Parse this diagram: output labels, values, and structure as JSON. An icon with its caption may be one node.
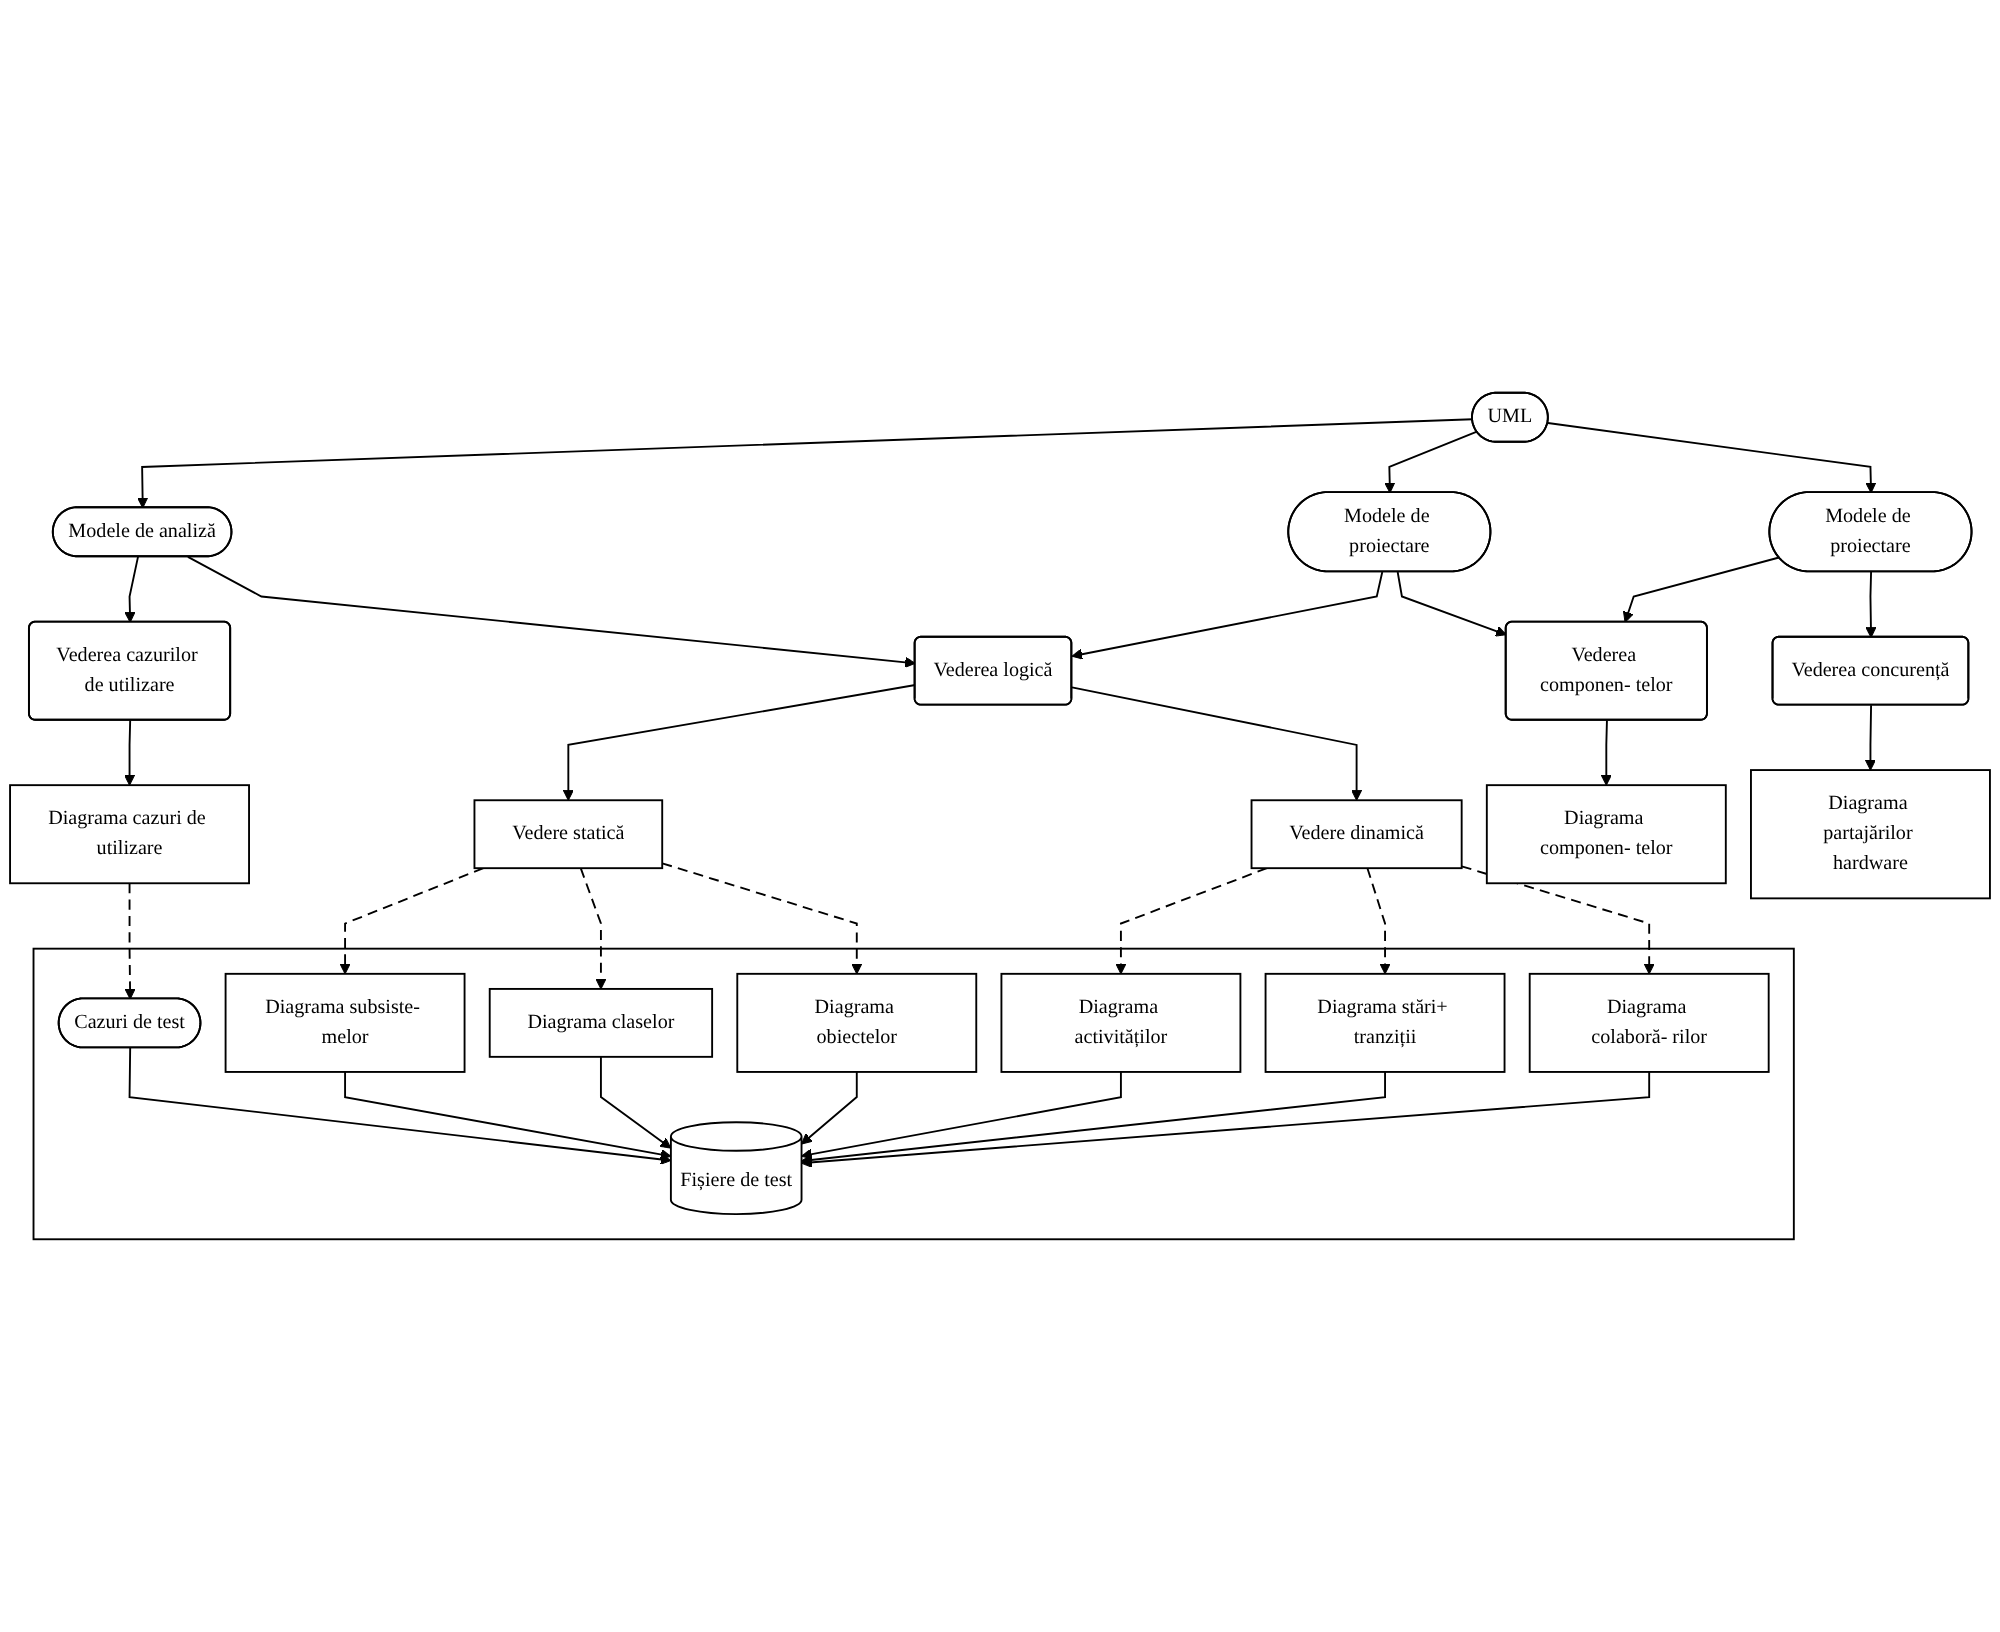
{
  "diagram": {
    "nodes": [
      {
        "text": [
          "UML"
        ]
      },
      {
        "text": [
          "Modele de analiză"
        ]
      },
      {
        "text": [
          "Modele de proiectare"
        ]
      },
      {
        "text": [
          "Modele de proiectare"
        ]
      },
      {
        "text": [
          "Vederea cazurilor de utilizare"
        ]
      },
      {
        "text": [
          "Vederea logică"
        ]
      },
      {
        "text": [
          "Vederea componen- telor"
        ]
      },
      {
        "text": [
          "Vederea concurență"
        ]
      },
      {
        "text": [
          "Diagrama cazuri de utilizare"
        ]
      },
      {
        "text": [
          "Vedere statică"
        ]
      },
      {
        "text": [
          "Vedere dinamică"
        ]
      },
      {
        "text": [
          "Diagrama componen- telor"
        ]
      },
      {
        "text": [
          "Diagrama partajărilor hardware"
        ]
      },
      {
        "text": [],
        "shape": "box"
      },
      {
        "text": [
          "Cazuri de test"
        ],
        "in": 13
      },
      {
        "text": [
          "Fișiere de test"
        ],
        "in": 13
      },
      {
        "text": [
          "Diagrama subsiste- melor"
        ],
        "in": 13
      },
      {
        "text": [
          "Diagrama claselor"
        ],
        "in": 13
      },
      {
        "text": [
          "Diagrama obiectelor"
        ],
        "in": 13
      },
      {
        "text": [
          "Diagrama activităților"
        ],
        "in": 13
      },
      {
        "text": [
          "Diagrama stări+ tranziții"
        ],
        "in": 13
      },
      {
        "text": [
          "Diagrama colaboră- rilor"
        ],
        "in": 13
      }
    ],
    "edges": [
      {
        "from": 0,
        "to": 1,
        "arrow": "to"
      },
      {
        "from": 0,
        "to": 2,
        "arrow": "to"
      },
      {
        "from": 0,
        "to": 3,
        "arrow": "to"
      },
      {
        "from": 1,
        "to": 4,
        "arrow": "to"
      },
      {
        "from": 1,
        "to": 5,
        "arrow": "to"
      },
      {
        "from": 2,
        "to": 5,
        "arrow": "to"
      },
      {
        "from": 2,
        "to": 6,
        "arrow": "to"
      },
      {
        "from": 3,
        "to": 6,
        "arrow": "to"
      },
      {
        "from": 3,
        "to": 7,
        "arrow": "to"
      },
      {
        "from": 4,
        "to": 8,
        "arrow": "to"
      },
      {
        "from": 5,
        "to": 9,
        "arrow": "to"
      },
      {
        "from": 5,
        "to": 10,
        "arrow": "to"
      },
      {
        "from": 6,
        "to": 11,
        "arrow": "to"
      },
      {
        "from": 7,
        "to": 12,
        "arrow": "to"
      },
      {
        "from": 8,
        "to": 14,
        "arrow": "to",
        "style": "dashed"
      },
      {
        "from": 9,
        "to": 16,
        "arrow": "to",
        "style": "dashed"
      },
      {
        "from": 9,
        "to": 17,
        "arrow": "to",
        "style": "dashed"
      },
      {
        "from": 9,
        "to": 18,
        "arrow": "to",
        "style": "dashed"
      },
      {
        "from": 10,
        "to": 19,
        "arrow": "to",
        "style": "dashed"
      },
      {
        "from": 10,
        "to": 20,
        "arrow": "to",
        "style": "dashed"
      },
      {
        "from": 10,
        "to": 21,
        "arrow": "to",
        "style": "dashed"
      },
      {
        "from": 14,
        "to": 15,
        "arrow": "to"
      },
      {
        "from": 16,
        "to": 15,
        "arrow": "to"
      },
      {
        "from": 17,
        "to": 15,
        "arrow": "to"
      },
      {
        "from": 18,
        "to": 15,
        "arrow": "to"
      },
      {
        "from": 19,
        "to": 15,
        "arrow": "to"
      },
      {
        "from": 20,
        "to": 15,
        "arrow": "to"
      },
      {
        "from": 21,
        "to": 15,
        "arrow": "to"
      }
    ]
  }
}
